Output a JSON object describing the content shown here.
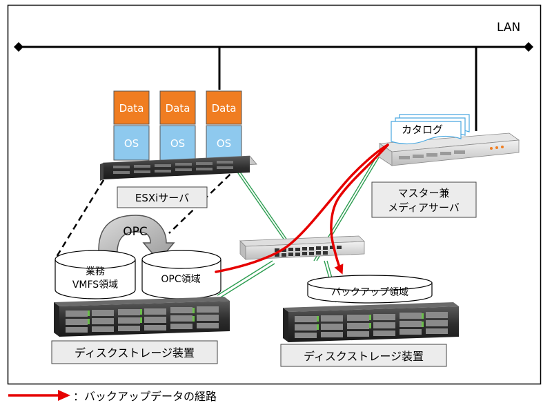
{
  "network": {
    "lan_label": "LAN"
  },
  "vm_stack": {
    "data_label": "Data",
    "os_label": "OS"
  },
  "esxi": {
    "label": "ESXiサーバ"
  },
  "master": {
    "catalog_label": "カタログ",
    "label_line1": "マスター兼",
    "label_line2": "メディアサーバ"
  },
  "opc": {
    "label": "OPC"
  },
  "storage_left": {
    "vmfs_line1": "業務",
    "vmfs_line2": "VMFS領域",
    "opc_area": "OPC領域",
    "label": "ディスクストレージ装置"
  },
  "storage_right": {
    "backup_area": "バックアップ領域",
    "label": "ディスクストレージ装置"
  },
  "legend": {
    "backup_path": "：バックアップデータの経路"
  },
  "colors": {
    "data_orange": "#f07d21",
    "os_blue": "#8ec9ee",
    "backup_path_red": "#e60000",
    "fc_green": "#2e9e52",
    "label_box_bg": "#ececec"
  }
}
